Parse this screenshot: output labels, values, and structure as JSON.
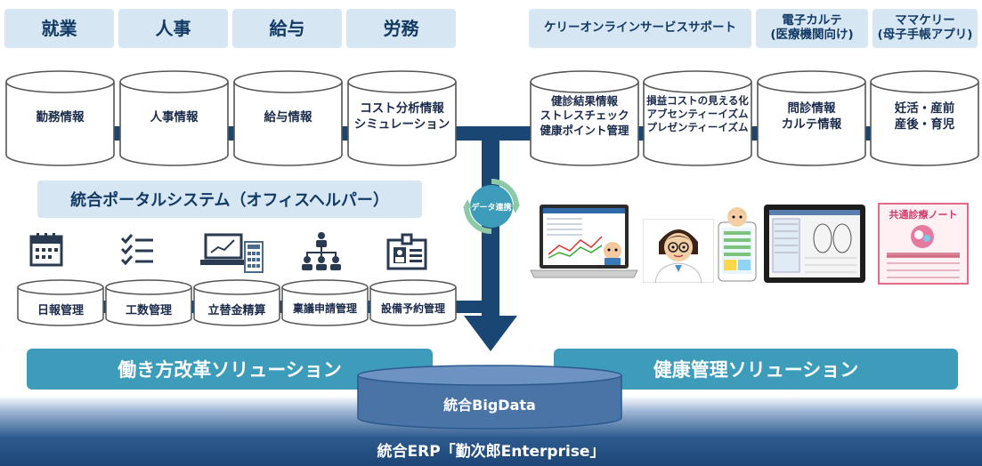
{
  "categories_left": [
    "就業",
    "人事",
    "給与",
    "労務"
  ],
  "categories_right": {
    "support": "ケリーオンラインサービスサポート",
    "karte": [
      "電子カルテ",
      "(医療機関向け)"
    ],
    "mama": [
      "ママケリー",
      "(母子手帳アプリ)"
    ]
  },
  "db_left": [
    [
      "勤務情報"
    ],
    [
      "人事情報"
    ],
    [
      "給与情報"
    ],
    [
      "コスト分析情報",
      "シミュレーション"
    ]
  ],
  "db_right": [
    [
      "健診結果情報",
      "ストレスチェック",
      "健康ポイント管理"
    ],
    [
      "損益コストの見える化",
      "アブセンティーイズム",
      "プレゼンティーイズム"
    ],
    [
      "問診情報",
      "カルテ情報"
    ],
    [
      "妊活・産前",
      "産後・育児"
    ]
  ],
  "portal": "統合ポータルシステム（オフィスヘルパー）",
  "sync_label": "データ連携",
  "modules": [
    {
      "label": "日報管理",
      "icon": "calendar-icon"
    },
    {
      "label": "工数管理",
      "icon": "checklist-icon"
    },
    {
      "label": "立替金精算",
      "icon": "laptop-calculator-icon"
    },
    {
      "label": "稟議申請管理",
      "icon": "org-chart-icon"
    },
    {
      "label": "設備予約管理",
      "icon": "id-card-icon"
    }
  ],
  "device_images": [
    "laptop-dashboard-image",
    "doctor-illustration-image",
    "smartphone-app-image",
    "tablet-karte-image",
    "shared-notebook-image"
  ],
  "notebook_title": "共通診療ノート",
  "solution_left": "働き方改革ソリューション",
  "solution_right": "健康管理ソリューション",
  "bigdata": "統合BigData",
  "erp": "統合ERP「勤次郎Enterprise」",
  "colors": {
    "dark_navy": "#1a4673",
    "light_blue": "#d6e6f2",
    "teal": "#3d9cba",
    "cylinder_blue": "#4a74a6"
  }
}
